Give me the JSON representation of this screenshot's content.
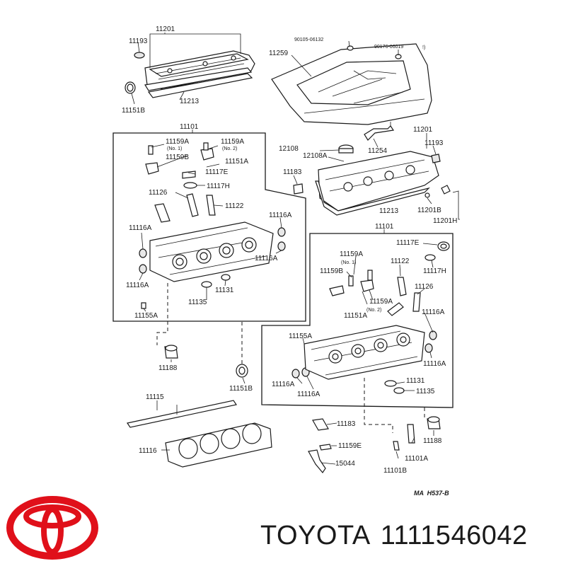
{
  "diagram": {
    "reference": "MA  H537-B",
    "labels": {
      "p11201_top": "11201",
      "p11193_top": "11193",
      "p11213_top": "11213",
      "p11151B_top": "11151B",
      "p90105": "90105-06132",
      "p90176": "90176-06019",
      "p11259": "11259",
      "p11101_left": "11101",
      "p11159A_l1": "11159A",
      "no1_l": "(No. 1)",
      "p11159A_l2": "11159A",
      "no2_l": "(No. 2)",
      "p11159B_l": "11159B",
      "p11151A_l": "11151A",
      "p11117E_l": "11117E",
      "p11117H_l": "11117H",
      "p11126_l": "11126",
      "p11122_l": "11122",
      "p11116A_l1": "11116A",
      "p11116A_l2": "11116A",
      "p11116A_l3": "11116A",
      "p11116A_l4": "11116A",
      "p11135_l": "11135",
      "p11131_l": "11131",
      "p11155A_l": "11155A",
      "p11188_l": "11188",
      "p11151B_l": "11151B",
      "p11115": "11115",
      "p11116": "11116",
      "p12108": "12108",
      "p12108A": "12108A",
      "p11254": "11254",
      "p11201_r": "11201",
      "p11193_r": "11193",
      "p11183_top": "11183",
      "p11213_r": "11213",
      "p11201B": "11201B",
      "p11201H": "11201H",
      "p11101_right": "11101",
      "p11117E_r": "11117E",
      "p11159A_r1": "11159A",
      "no1_r": "(No. 1)",
      "p11159B_r": "11159B",
      "p11122_r": "11122",
      "p11117H_r": "11117H",
      "p11126_r": "11126",
      "p11159A_r2": "11159A",
      "no2_r": "(No. 2)",
      "p11151A_r": "11151A",
      "p11116A_r1": "11116A",
      "p11155A_r": "11155A",
      "p11116A_r2": "11116A",
      "p11116A_r3": "11116A",
      "p11116A_r4": "11116A",
      "p11131_r": "11131",
      "p11135_r": "11135",
      "p11183_bot": "11183",
      "p11188_r": "11188",
      "p11159E": "11159E",
      "p15044": "15044",
      "p11101A": "11101A",
      "p11101B": "11101B"
    }
  },
  "brand": {
    "name": "TOYOTA",
    "part_number": "1111546042",
    "logo_color": "#e0101a"
  }
}
